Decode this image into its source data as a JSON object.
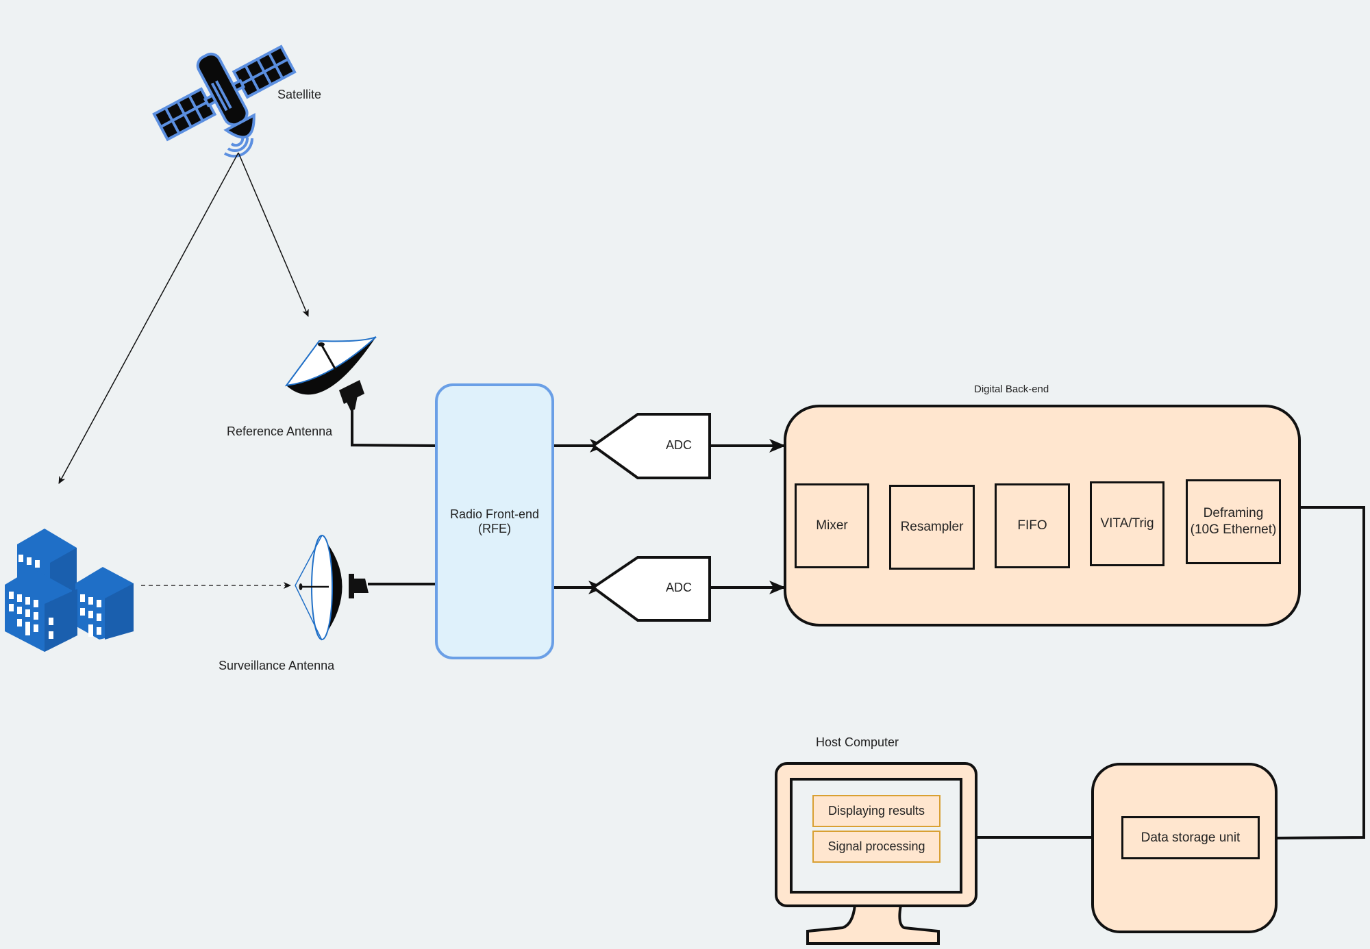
{
  "labels": {
    "satellite": "Satellite",
    "reference_antenna": "Reference Antenna",
    "surveillance_antenna": "Surveillance Antenna",
    "digital_backend": "Digital Back-end",
    "host_computer": "Host Computer"
  },
  "rfe": {
    "label": "Radio Front-end (RFE)"
  },
  "adcs": [
    {
      "label": "ADC"
    },
    {
      "label": "ADC"
    }
  ],
  "backend_blocks": [
    {
      "label": "Mixer"
    },
    {
      "label": "Resampler"
    },
    {
      "label": "FIFO"
    },
    {
      "label": "VITA/Trig"
    },
    {
      "label": "Deframing\n(10G Ethernet)"
    }
  ],
  "storage": {
    "label": "Data storage unit"
  },
  "host_tasks": [
    {
      "label": "Displaying results"
    },
    {
      "label": "Signal processing"
    }
  ],
  "colors": {
    "background": "#eef2f3",
    "rfe_fill": "#dff1fb",
    "rfe_border": "#6a9fe6",
    "digital_fill": "#ffe6cf",
    "task_border": "#d9a032",
    "icon_blue": "#1f6fc7",
    "satellite_outline": "#5b8fe0"
  }
}
